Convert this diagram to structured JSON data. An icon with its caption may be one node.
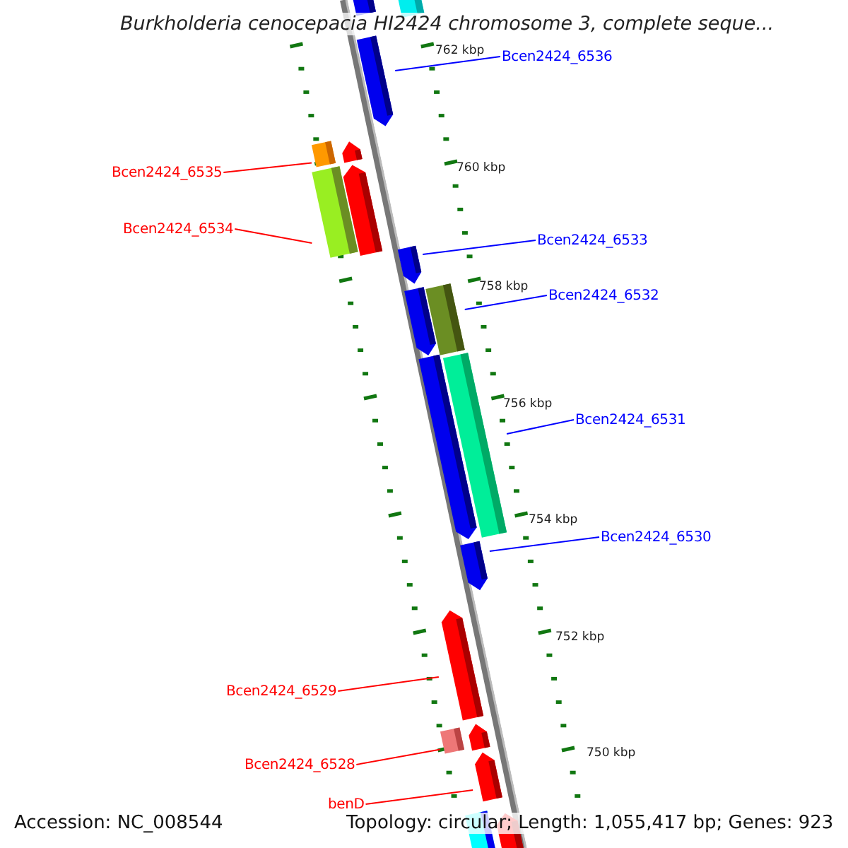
{
  "diagram": {
    "title": "Burkholderia cenocepacia HI2424 chromosome 3, complete seque...",
    "nodes": [
      {
        "text": [],
        "shape": "bar"
      },
      {
        "text": [],
        "shape": "bar"
      },
      {
        "text": [
          "Bcen2424_6536"
        ]
      },
      {
        "text": [],
        "shape": "bar"
      },
      {
        "text": [
          "Bcen2424_6535"
        ]
      },
      {
        "text": [],
        "shape": "box"
      },
      {
        "text": [],
        "shape": "bar"
      },
      {
        "text": [
          "Bcen2424_6534"
        ]
      },
      {
        "text": [],
        "shape": "bar"
      },
      {
        "text": [],
        "shape": "bar"
      },
      {
        "text": [
          "Bcen2424_6533"
        ]
      },
      {
        "text": [],
        "shape": "bar"
      },
      {
        "text": [
          "Bcen2424_6532"
        ]
      },
      {
        "text": [],
        "shape": "bar"
      },
      {
        "text": [],
        "shape": "box"
      },
      {
        "text": [
          "Bcen2424_6531"
        ]
      },
      {
        "text": [],
        "shape": "bar"
      },
      {
        "text": [],
        "shape": "bar"
      },
      {
        "text": [
          "Bcen2424_6530"
        ]
      },
      {
        "text": [],
        "shape": "bar"
      },
      {
        "text": [],
        "shape": "bar"
      },
      {
        "text": [
          "Bcen2424_6529"
        ]
      },
      {
        "text": [],
        "shape": "box"
      },
      {
        "text": [],
        "shape": "bar"
      },
      {
        "text": [
          "Bcen2424_6528"
        ]
      },
      {
        "text": [],
        "shape": "bar"
      },
      {
        "text": [
          "benD"
        ]
      },
      {
        "text": [],
        "shape": "bar"
      },
      {
        "text": [],
        "shape": "bar"
      }
    ],
    "edges": [
      {
        "from": 2,
        "to": 3,
        "arrow": "none",
        "color": "#0000ff"
      },
      {
        "from": 4,
        "to": 5,
        "arrow": "none",
        "color": "#ff0000"
      },
      {
        "from": 7,
        "to": 8,
        "arrow": "none",
        "color": "#ff0000"
      },
      {
        "from": 10,
        "to": 11,
        "arrow": "none",
        "color": "#0000ff"
      },
      {
        "from": 12,
        "to": 14,
        "arrow": "none",
        "color": "#0000ff"
      },
      {
        "from": 15,
        "to": 17,
        "arrow": "none",
        "color": "#0000ff"
      },
      {
        "from": 18,
        "to": 19,
        "arrow": "none",
        "color": "#0000ff"
      },
      {
        "from": 21,
        "to": 20,
        "arrow": "none",
        "color": "#ff0000"
      },
      {
        "from": 24,
        "to": 22,
        "arrow": "none",
        "color": "#ff0000"
      },
      {
        "from": 26,
        "to": 25,
        "arrow": "none",
        "color": "#ff0000"
      }
    ],
    "labels": [
      "762 kbp",
      "760 kbp",
      "758 kbp",
      "756 kbp",
      "754 kbp",
      "752 kbp",
      "750 kbp",
      "Accession: NC_008544",
      "Topology: circular; Length: 1,055,417 bp; Genes: 923"
    ]
  }
}
